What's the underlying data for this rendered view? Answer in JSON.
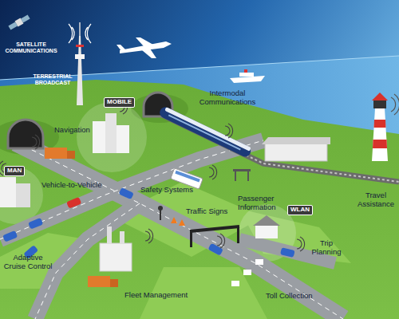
{
  "diagram": {
    "nodes": [
      {
        "text": [
          "MOBILE"
        ]
      },
      {
        "text": [
          "MAN"
        ]
      },
      {
        "text": [
          "WLAN"
        ]
      }
    ],
    "labels": [
      "SATELLITE COMMUNICATIONS",
      "TERRESTRIAL BROADCAST",
      "Navigation",
      "Intermodal Communications",
      "Vehicle-to-Vehicle",
      "Safety Systems",
      "Traffic Signs",
      "Passenger Information",
      "Travel Assistance",
      "Trip Planning",
      "Adaptive Cruise Control",
      "Fleet Management",
      "Toll Collection"
    ]
  }
}
